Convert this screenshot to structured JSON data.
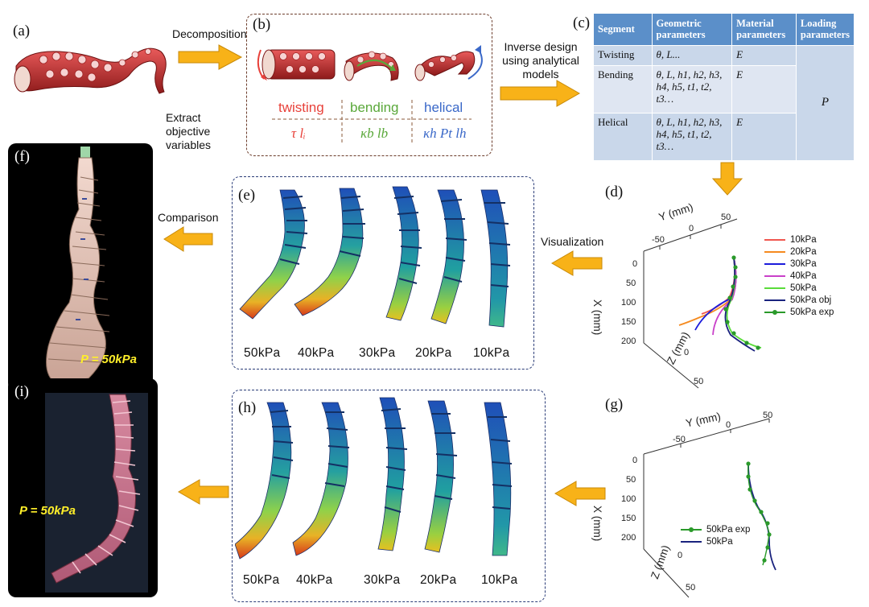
{
  "panels": {
    "a": "(a)",
    "b": "(b)",
    "c": "(c)",
    "d": "(d)",
    "e": "(e)",
    "f": "(f)",
    "g": "(g)",
    "h": "(h)",
    "i": "(i)"
  },
  "arrows": {
    "decomposition": "Decomposition",
    "extract": "Extract objective variables",
    "inverse": "Inverse design using analytical models",
    "comparison": "Comparison",
    "visualization": "Visualization"
  },
  "panel_b": {
    "twisting": "twisting",
    "bending": "bending",
    "helical": "helical",
    "twisting_vars": "τ lᵢ",
    "bending_vars": "κb lb",
    "helical_vars": "κh Pt lh",
    "colors": {
      "twisting": "#e8413a",
      "bending": "#5aa83a",
      "helical": "#3a68c8"
    }
  },
  "table": {
    "headers": [
      "Segment",
      "Geometric parameters",
      "Material parameters",
      "Loading parameters"
    ],
    "rows": [
      {
        "segment": "Twisting",
        "geometric": "θ, L...",
        "material": "E"
      },
      {
        "segment": "Bending",
        "geometric": "θ, L, h1, h2, h3, h4, h5, t1, t2, t3…",
        "material": "E"
      },
      {
        "segment": "Helical",
        "geometric": "θ, L, h1, h2, h3, h4, h5, t1, t2, t3…",
        "material": "E"
      }
    ],
    "loading": "P"
  },
  "pressure_f": "P = 50kPa",
  "pressure_i": "P = 50kPa",
  "strip_e": [
    "50kPa",
    "40kPa",
    "30kPa",
    "20kPa",
    "10kPa"
  ],
  "strip_h": [
    "50kPa",
    "40kPa",
    "30kPa",
    "20kPa",
    "10kPa"
  ],
  "plot_d": {
    "ylabel": "Y (mm)",
    "xlabel": "X (mm)",
    "zlabel": "Z (mm)",
    "y_ticks": [
      "-50",
      "0",
      "50"
    ],
    "x_ticks": [
      "0",
      "50",
      "100",
      "150",
      "200"
    ],
    "z_ticks": [
      "0",
      "50"
    ],
    "legend": [
      {
        "name": "10kPa",
        "color": "#f0574f"
      },
      {
        "name": "20kPa",
        "color": "#f58a1f"
      },
      {
        "name": "30kPa",
        "color": "#1c1cdc"
      },
      {
        "name": "40kPa",
        "color": "#c940c9"
      },
      {
        "name": "50kPa",
        "color": "#5adc3a"
      },
      {
        "name": "50kPa obj",
        "color": "#1a237e"
      },
      {
        "name": "50kPa exp",
        "color": "#2a9a2a"
      }
    ]
  },
  "plot_g": {
    "ylabel": "Y (mm)",
    "xlabel": "X (mm)",
    "zlabel": "Z (mm)",
    "y_ticks": [
      "-50",
      "0",
      "50"
    ],
    "x_ticks": [
      "0",
      "50",
      "100",
      "150",
      "200"
    ],
    "z_ticks": [
      "0",
      "50"
    ],
    "legend": [
      {
        "name": "50kPa exp",
        "color": "#2a9a2a"
      },
      {
        "name": "50kPa",
        "color": "#1a237e"
      }
    ]
  }
}
